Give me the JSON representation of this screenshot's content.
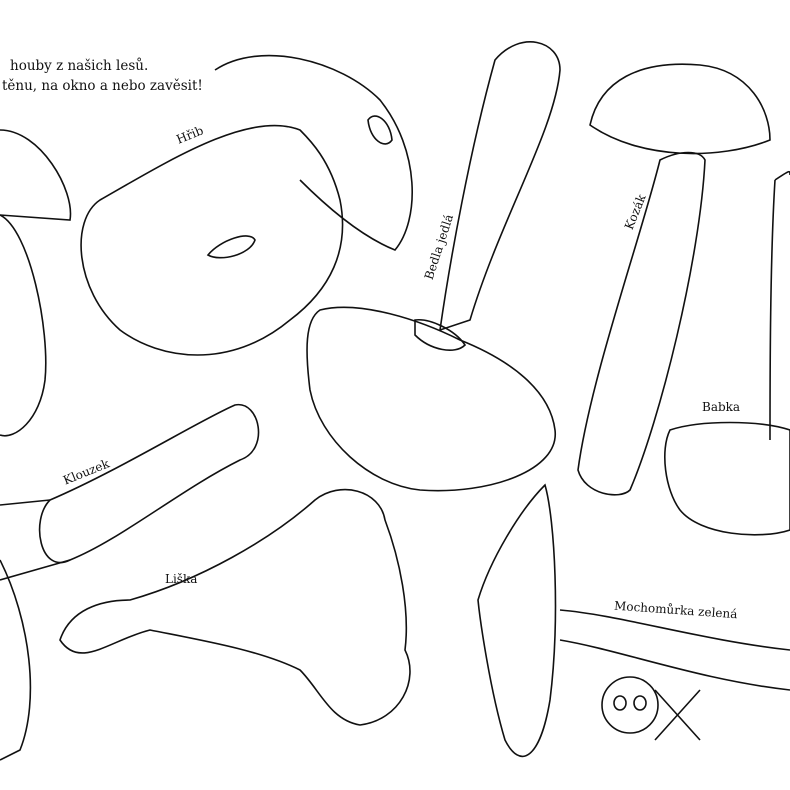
{
  "intro": {
    "line1": "houby z našich lesů.",
    "line2": "těnu, na okno a nebo zavěsit!"
  },
  "labels": {
    "hrib": "Hřib",
    "bedla": "Bedla jedlá",
    "kozak": "Kozák",
    "babka": "Babka",
    "klouzek": "Klouzek",
    "liska": "Liška",
    "mochomurka": "Mochomůrka zelená"
  }
}
